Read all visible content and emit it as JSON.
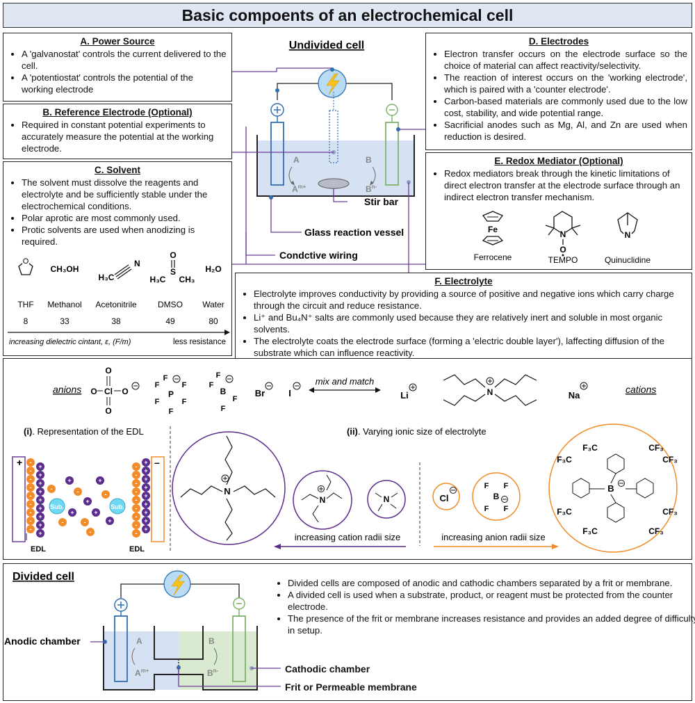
{
  "title": "Basic compoents of an electrochemical cell",
  "undivided": {
    "heading": "Undivided cell",
    "labels": {
      "stir_bar": "Stir bar",
      "vessel": "Glass reaction vessel",
      "wiring": "Condctive wiring",
      "A": "A",
      "Am": "A",
      "Am_sup": "m+",
      "B": "B",
      "Bn": "B",
      "Bn_sup": "n-"
    }
  },
  "power": {
    "heading": "A. Power Source",
    "bullets": [
      "A 'galvanostat' controls the current delivered to the cell.",
      "A 'potentiostat' controls the potential of the working electrode"
    ]
  },
  "reference": {
    "heading": "B. Reference Electrode (Optional)",
    "bullets": [
      "Required in constant potential experiments to accurately measure the potential at the working electrode."
    ]
  },
  "solvent": {
    "heading": "C. Solvent",
    "bullets": [
      "The solvent must dissolve the reagents and electrolyte and be sufficiently stable under the electrochemical conditions.",
      "Polar aprotic are most commonly used.",
      "Protic solvents are used when anodizing is required."
    ],
    "formulas": {
      "methanol": "CH₃OH",
      "acetonitrile": "H₃C",
      "acetonitrile_n": "N",
      "dmso_s": "S",
      "dmso_o": "O",
      "dmso_l": "H₃C",
      "dmso_r": "CH₃",
      "water": "H₂O",
      "thf_o": "O"
    },
    "names": [
      "THF",
      "Methanol",
      "Acetonitrile",
      "DMSO",
      "Water"
    ],
    "values": [
      "8",
      "33",
      "38",
      "49",
      "80"
    ],
    "scale_left": "increasing dielectric cintant, ε, (F/m)",
    "scale_right": "less resistance"
  },
  "electrodes": {
    "heading": "D. Electrodes",
    "bullets": [
      "Electron transfer occurs on the electrode surface so the choice of material can affect reactivity/selectivity.",
      "The reaction of interest occurs on the 'working electrode', which is paired with a 'counter electrode'.",
      "Carbon-based materials are commonly used due to the low cost, stability, and wide potential range.",
      "Sacrificial anodes such as Mg, Al, and Zn are used when reduction is desired."
    ]
  },
  "mediator": {
    "heading": "E. Redox Mediator (Optional)",
    "bullets": [
      "Redox mediators break through the kinetic limitations of direct electron transfer at the electrode surface through an indirect electron transfer mechanism."
    ],
    "names": [
      "Ferrocene",
      "TEMPO",
      "Quinuclidine"
    ],
    "atoms": {
      "fe": "Fe",
      "n": "N",
      "o": "O",
      "qn": "N"
    }
  },
  "electrolyte": {
    "heading": "F. Electrolyte",
    "bullets": [
      "Electrolyte improves conductivity by providing a source of positive and negative ions which carry charge through the circuit and reduce resistance.",
      "Li⁺ and Bu₄N⁺ salts are commonly used because they are relatively inert and soluble in most organic solvents.",
      "The electrolyte coats the electrode surface (forming a 'electric double layer'), laffecting diffusion of the substrate which can influence reactivity."
    ],
    "anions_label": "anions",
    "cations_label": "cations",
    "mix_label": "mix and match",
    "ions": {
      "o": "O",
      "cl": "Cl",
      "f": "F",
      "p": "P",
      "b": "B",
      "br": "Br",
      "i": "I",
      "li": "Li",
      "n": "N",
      "na": "Na",
      "cl2": "Cl",
      "cf3": "F₃C",
      "cf3r": "CF₃"
    },
    "sub_i_num": "(i)",
    "sub_i": ". Representation of the EDL",
    "sub_ii_num": "(ii)",
    "sub_ii": ". Varying ionic size of electrolyte",
    "edl": "EDL",
    "sub": "Sub.",
    "cation_arrow": "increasing cation radii size",
    "anion_arrow": "increasing anion radii size"
  },
  "divided": {
    "heading": "Divided cell",
    "anodic": "Anodic chamber",
    "cathodic": "Cathodic chamber",
    "frit": "Frit or Permeable membrane",
    "A": "A",
    "Am": "A",
    "Am_sup": "m+",
    "B": "B",
    "Bn": "B",
    "Bn_sup": "n-",
    "bullets": [
      "Divided cells are composed of anodic and cathodic chambers separated by a frit or membrane.",
      "A divided cell is used when a substrate, product, or reagent must be protected from the counter electrode.",
      "The presence of the frit or membrane increases resistance and provides an added degree of difficulty in setup."
    ]
  },
  "colors": {
    "anode": "#2f6fb3",
    "cathode": "#7fb36b",
    "wire": "#6a3d9a",
    "orange": "#f28c28",
    "purple": "#5a2c8c",
    "solution": "#d6e2f3",
    "cathode_solution": "#d9ead0",
    "bolt_bg": "#b9dcf4",
    "bolt": "#f7c21b"
  }
}
